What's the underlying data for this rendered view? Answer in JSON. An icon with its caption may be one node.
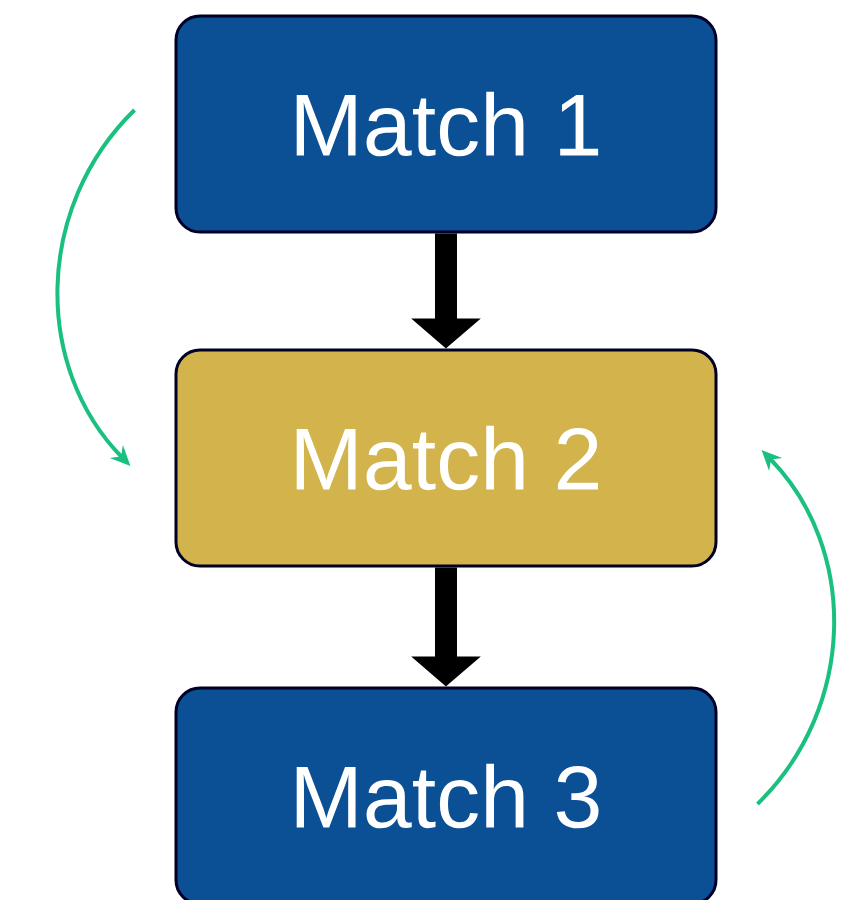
{
  "diagram": {
    "nodes": [
      {
        "text": [
          "Match 1"
        ]
      },
      {
        "text": [
          "Match 2"
        ]
      },
      {
        "text": [
          "Match 3"
        ]
      }
    ],
    "edges": [
      {
        "from": 0,
        "to": 1,
        "arrow": "to",
        "style": "thick"
      },
      {
        "from": 1,
        "to": 2,
        "arrow": "to",
        "style": "thick"
      },
      {
        "from": 0,
        "to": 1,
        "arrow": "to",
        "color": "#19c07f"
      },
      {
        "from": 2,
        "to": 1,
        "arrow": "to",
        "color": "#19c07f"
      }
    ]
  }
}
